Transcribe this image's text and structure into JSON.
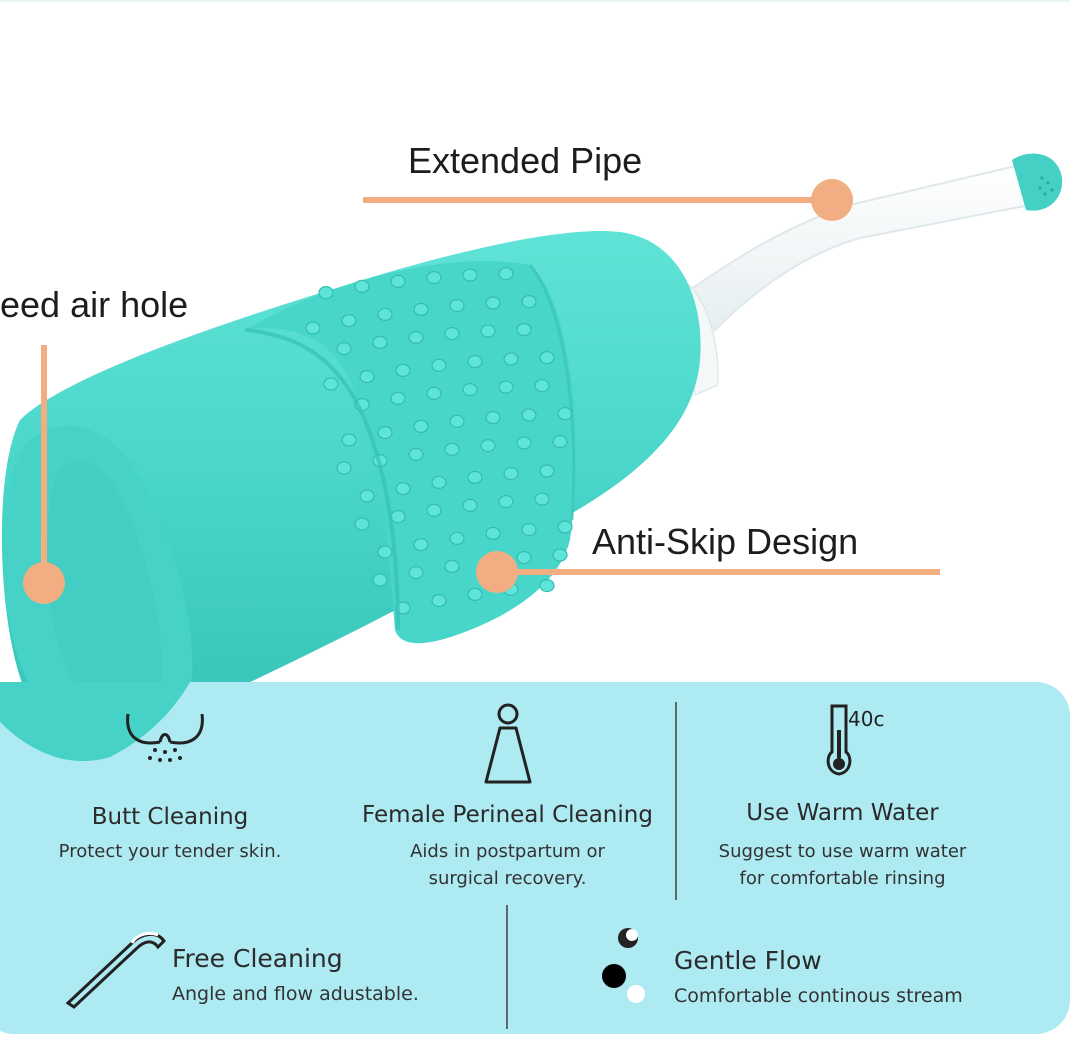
{
  "callouts": {
    "extended_pipe": "Extended Pipe",
    "air_hole": "eed air hole",
    "anti_skip": "Anti-Skip Design"
  },
  "features": [
    {
      "icon": "butt-spray-icon",
      "title": "Butt Cleaning",
      "desc": [
        "Protect your tender skin."
      ]
    },
    {
      "icon": "female-figure-icon",
      "title": "Female Perineal Cleaning",
      "desc": [
        "Aids in postpartum or",
        "surgical recovery."
      ]
    },
    {
      "icon": "thermometer-icon",
      "icon_text": "40c",
      "title": "Use Warm Water",
      "desc": [
        "Suggest to use warm water",
        "for comfortable rinsing"
      ]
    },
    {
      "icon": "bent-nozzle-icon",
      "title": "Free Cleaning",
      "desc": [
        "Angle and flow adustable."
      ]
    },
    {
      "icon": "droplets-icon",
      "title": "Gentle Flow",
      "desc": [
        "Comfortable continous stream"
      ]
    }
  ],
  "colors": {
    "bottle": "#4fd8cc",
    "bottle_dark": "#3cc8bd",
    "accent": "#f2ad83",
    "panel": "#aeeaf2",
    "pipe": "#ffffff"
  }
}
